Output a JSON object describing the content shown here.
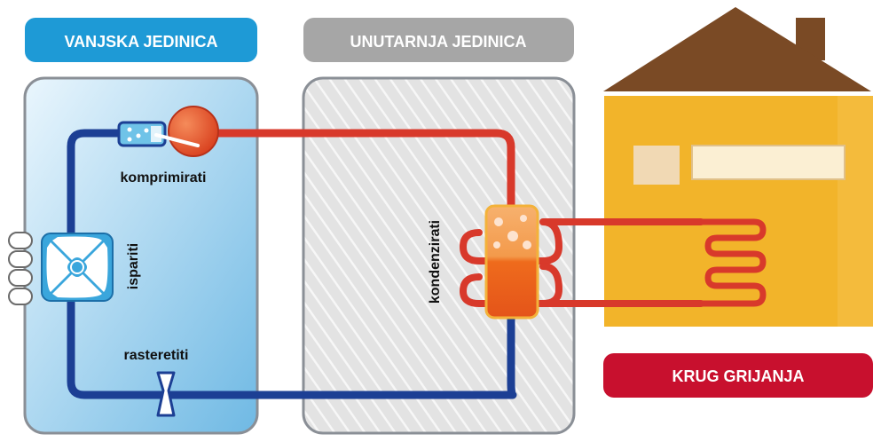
{
  "units": {
    "outdoor_label": "VANJSKA JEDINICA",
    "indoor_label": "UNUTARNJA JEDINICA",
    "heating_label": "KRUG GRIJANJA"
  },
  "process": {
    "compress": "komprimirati",
    "evaporate": "ispariti",
    "expand": "rasteretiti",
    "condense": "kondenzirati"
  },
  "colors": {
    "outdoor_badge": "#1e9ad6",
    "indoor_badge": "#a6a6a6",
    "heating_badge": "#c8102e",
    "hot_pipe": "#d8392b",
    "cold_pipe": "#1c3f94",
    "house_wall": "#f2b42a",
    "roof": "#7a4a25",
    "condenser": "#f07a22"
  },
  "icons": {
    "fan": "fan-icon",
    "compressor": "compressor-icon",
    "expansion_valve": "expansion-valve-icon",
    "condenser": "condenser-icon",
    "radiator": "radiator-coil-icon",
    "house": "house-icon"
  }
}
